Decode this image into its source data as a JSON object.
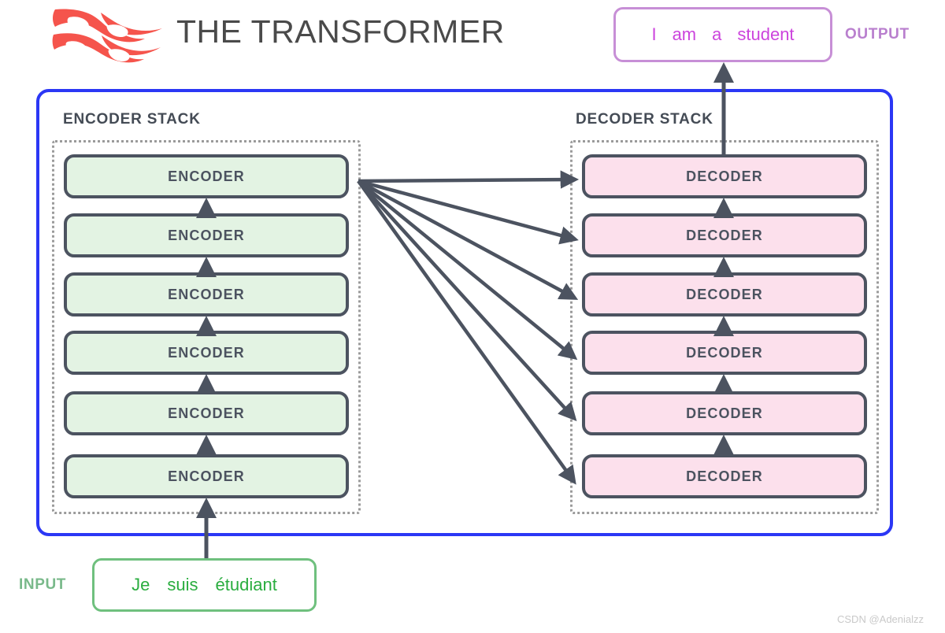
{
  "header": {
    "title": "THE TRANSFORMER",
    "logo_icon": "flame-logo-icon",
    "logo_color": "#f5544c"
  },
  "output": {
    "label": "OUTPUT",
    "label_color": "#b97fce",
    "border_color": "#c78fd6",
    "text_color": "#cc44dd",
    "tokens": [
      "I",
      "am",
      "a",
      "student"
    ]
  },
  "input": {
    "label": "INPUT",
    "label_color": "#79b98a",
    "border_color": "#6fc07e",
    "text_color": "#2aad3f",
    "tokens": [
      "Je",
      "suis",
      "étudiant"
    ]
  },
  "frame": {
    "border_color": "#2b37f5"
  },
  "encoder_stack": {
    "heading": "ENCODER STACK",
    "container_border_color": "#9b9b9b",
    "box_fill": "#e3f3e3",
    "box_border": "#4c5360",
    "layers": [
      {
        "label": "ENCODER"
      },
      {
        "label": "ENCODER"
      },
      {
        "label": "ENCODER"
      },
      {
        "label": "ENCODER"
      },
      {
        "label": "ENCODER"
      },
      {
        "label": "ENCODER"
      }
    ]
  },
  "decoder_stack": {
    "heading": "DECODER STACK",
    "container_border_color": "#9b9b9b",
    "box_fill": "#fce0ec",
    "box_border": "#4c5360",
    "layers": [
      {
        "label": "DECODER"
      },
      {
        "label": "DECODER"
      },
      {
        "label": "DECODER"
      },
      {
        "label": "DECODER"
      },
      {
        "label": "DECODER"
      },
      {
        "label": "DECODER"
      }
    ]
  },
  "arrows": {
    "color": "#4c5360",
    "encoder_chain_count": 5,
    "decoder_chain_count": 5,
    "cross_attention_count": 6,
    "input_arrow": "input-to-encoder-stack",
    "output_arrow": "decoder-stack-to-output"
  },
  "watermark": {
    "text": "CSDN @Adenialzz"
  }
}
